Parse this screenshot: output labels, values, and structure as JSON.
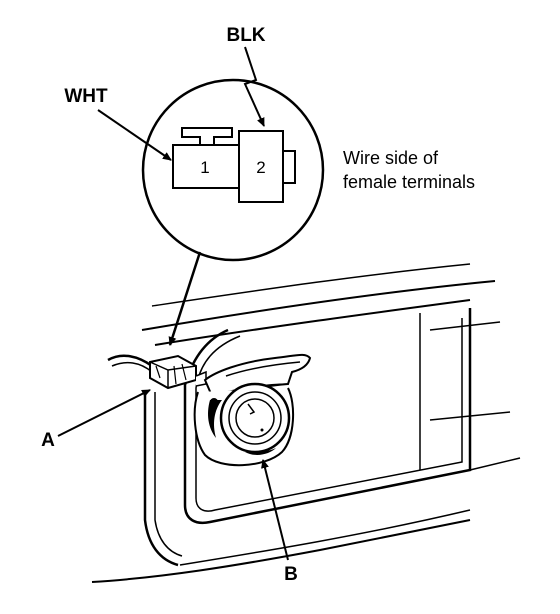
{
  "diagram": {
    "wire_labels": {
      "blk": "BLK",
      "wht": "WHT"
    },
    "connector_terminals": {
      "pin1": "1",
      "pin2": "2"
    },
    "description": {
      "line1": "Wire side of",
      "line2": "female terminals"
    },
    "callouts": {
      "a": "A",
      "b": "B"
    },
    "colors": {
      "ink": "#000000",
      "paper": "#ffffff"
    }
  }
}
